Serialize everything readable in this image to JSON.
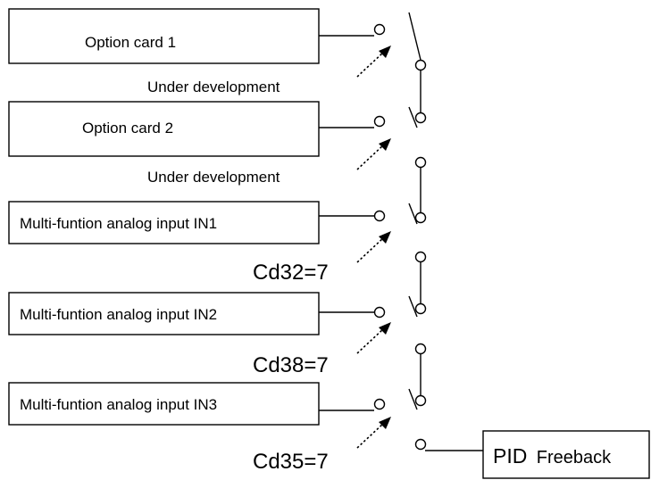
{
  "sources": [
    {
      "label": "Option card 1",
      "condition": "Under development"
    },
    {
      "label": "Option card 2",
      "condition": "Under development"
    },
    {
      "label": "Multi-funtion analog input IN1",
      "condition": "Cd32=7"
    },
    {
      "label": "Multi-funtion analog input IN2",
      "condition": "Cd38=7"
    },
    {
      "label": "Multi-funtion analog input IN3",
      "condition": "Cd35=7"
    }
  ],
  "output": {
    "label_part1": "PID",
    "label_part2": "Freeback"
  }
}
